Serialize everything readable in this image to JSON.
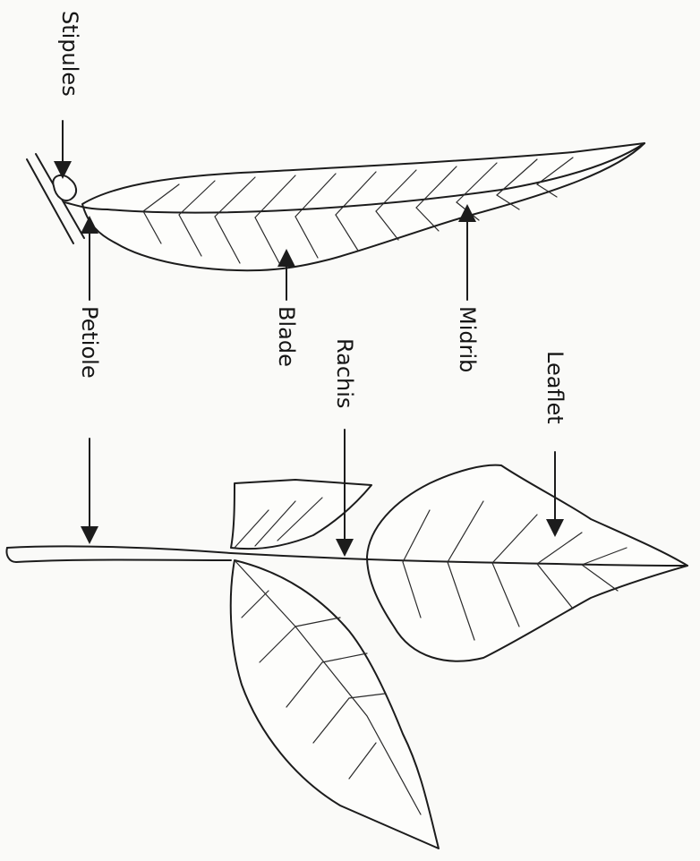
{
  "diagram": {
    "labels": {
      "stipules": "Stipules",
      "petiole": "Petiole",
      "blade": "Blade",
      "midrib": "Midrib",
      "rachis": "Rachis",
      "leaflet": "Leaflet"
    }
  }
}
